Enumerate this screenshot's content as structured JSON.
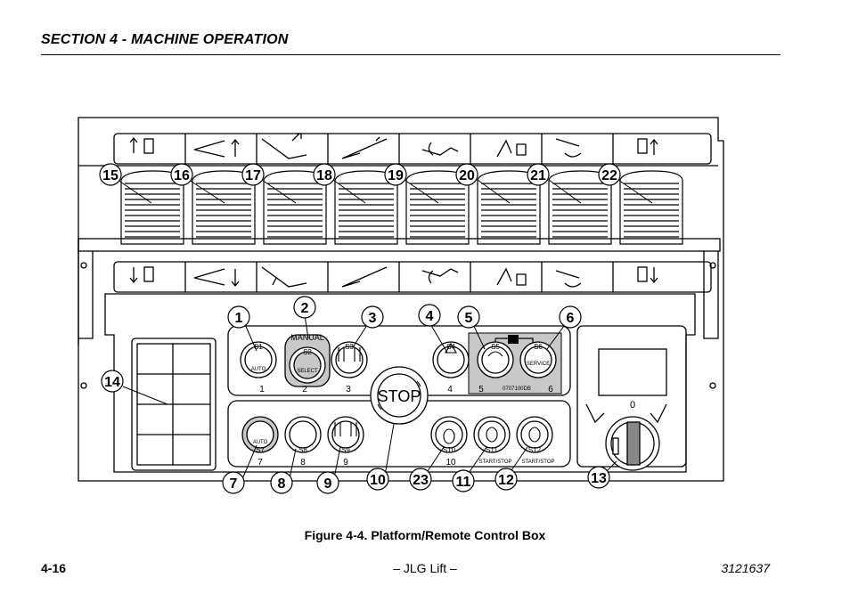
{
  "header": {
    "section_title": "SECTION 4 - MACHINE OPERATION"
  },
  "figure": {
    "caption": "Figure 4-4. Platform/Remote Control Box",
    "callouts": [
      "15",
      "16",
      "17",
      "18",
      "19",
      "20",
      "21",
      "22",
      "1",
      "2",
      "3",
      "4",
      "5",
      "6",
      "14",
      "7",
      "8",
      "9",
      "10",
      "23",
      "11",
      "12",
      "13"
    ],
    "switch_labels": {
      "s1": "S1",
      "s2": "S2",
      "s3": "S3",
      "s4": "S4",
      "s5": "S5",
      "s6": "S6",
      "s7": "S7",
      "s8": "S8",
      "s9": "S9",
      "s10": "S10",
      "s11": "S11",
      "s12": "S12"
    },
    "small_numbers": [
      "1",
      "2",
      "3",
      "4",
      "5",
      "6",
      "7",
      "8",
      "9",
      "10"
    ],
    "button_text": {
      "auto": "AUTO",
      "select": "SELECT",
      "manual": "MANUAL",
      "service": "SERVICE",
      "stop": "STOP",
      "start_stop": "START/STOP",
      "part_number": "0707100DB",
      "key_zero": "0"
    }
  },
  "footer": {
    "page": "4-16",
    "center": "– JLG Lift –",
    "doc_number": "3121637"
  }
}
